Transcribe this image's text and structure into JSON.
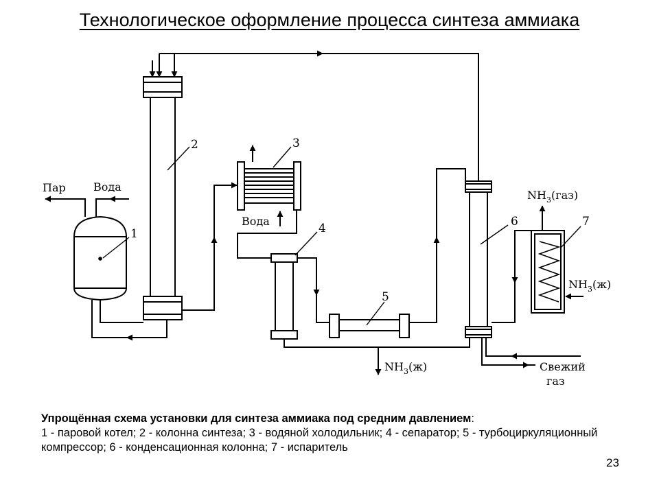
{
  "title": "Технологическое оформление процесса синтеза аммиака",
  "diagram": {
    "labels": {
      "steam": "Пар",
      "water_in": "Вода",
      "water_cooler": "Вода",
      "nh3_liquid_out": "NH",
      "nh3_liquid_out_sub": "3",
      "nh3_liquid_out_suffix": "(ж)",
      "nh3_gas": "NH",
      "nh3_gas_sub": "3",
      "nh3_gas_suffix": "(газ)",
      "nh3_liquid_in": "NH",
      "nh3_liquid_in_sub": "3",
      "nh3_liquid_in_suffix": "(ж)",
      "fresh_gas_line1": "Свежий",
      "fresh_gas_line2": "газ"
    },
    "numbers": [
      "1",
      "2",
      "3",
      "4",
      "5",
      "6",
      "7"
    ]
  },
  "caption": {
    "heading": "Упрощённая схема установки для синтеза аммиака под средним давлением",
    "heading_colon": ":",
    "items": [
      {
        "num": "1",
        "text": " - паровой котел; "
      },
      {
        "num": "2",
        "text": " - колонна синтеза; "
      },
      {
        "num": "3",
        "text": " - водяной холодильник; "
      },
      {
        "num": "4",
        "text": " - сепаратор; "
      },
      {
        "num": "5",
        "text": " - турбоциркуляционный компрессор; "
      },
      {
        "num": "6",
        "text": " - конденсационная колонна; "
      },
      {
        "num": "7",
        "text": " - испаритель"
      }
    ]
  },
  "page_number": "23"
}
